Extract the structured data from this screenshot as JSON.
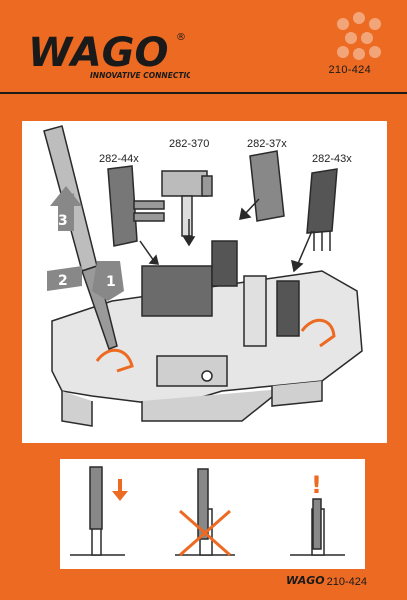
{
  "brand": {
    "name": "WAGO",
    "registered_symbol": "®",
    "tagline": "INNOVATIVE CONNECTIONS",
    "color_primary": "#ec6a21",
    "color_dark": "#1a1a1a"
  },
  "header": {
    "code": "210-424"
  },
  "main_panel": {
    "part_labels": [
      "282-44x",
      "282-370",
      "282-37x",
      "282-43x"
    ],
    "steps": [
      "1",
      "2",
      "3"
    ]
  },
  "bottom_panel": {
    "caution_glyph": "!",
    "icons": [
      "arrow-down-icon",
      "x-mark-icon",
      "exclamation-icon"
    ]
  },
  "footer": {
    "brand": "WAGO",
    "code": "210-424"
  }
}
